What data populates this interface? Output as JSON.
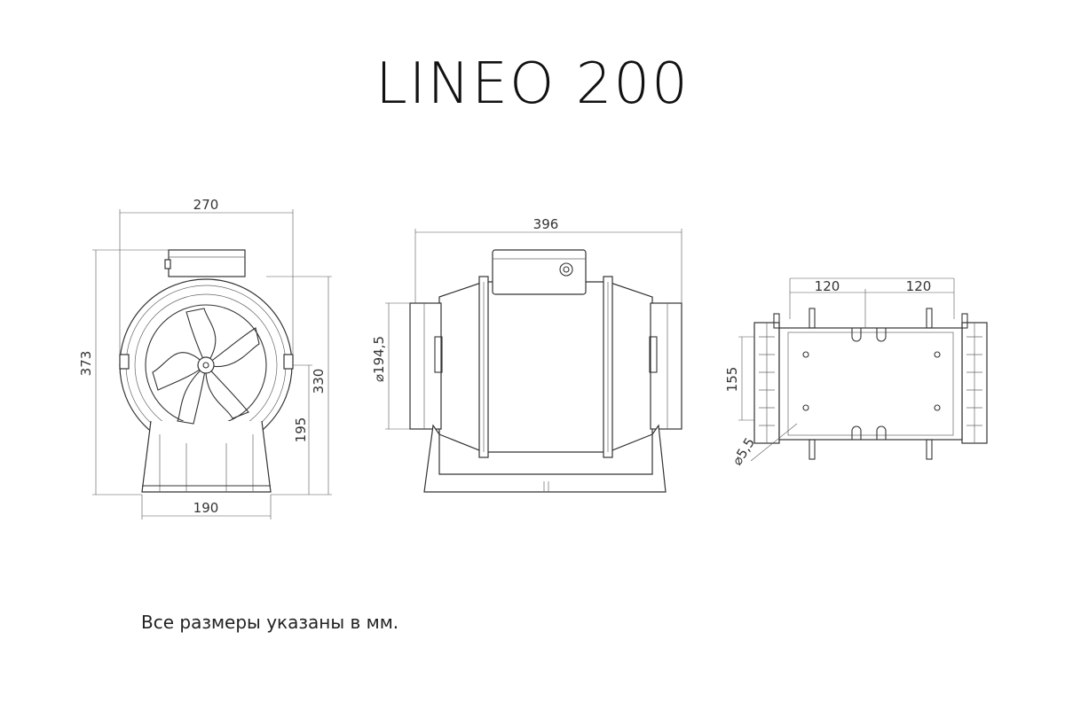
{
  "title": "LINEO 200",
  "note": "Все размеры указаны в мм.",
  "dimensions": {
    "front_width": "270",
    "front_height": "373",
    "front_mount_height": "330",
    "front_axis_height": "195",
    "front_base_width": "190",
    "side_length": "396",
    "side_diameter": "⌀194,5",
    "top_spacing_left": "120",
    "top_spacing_right": "120",
    "top_height": "155",
    "top_hole": "⌀5,5"
  }
}
